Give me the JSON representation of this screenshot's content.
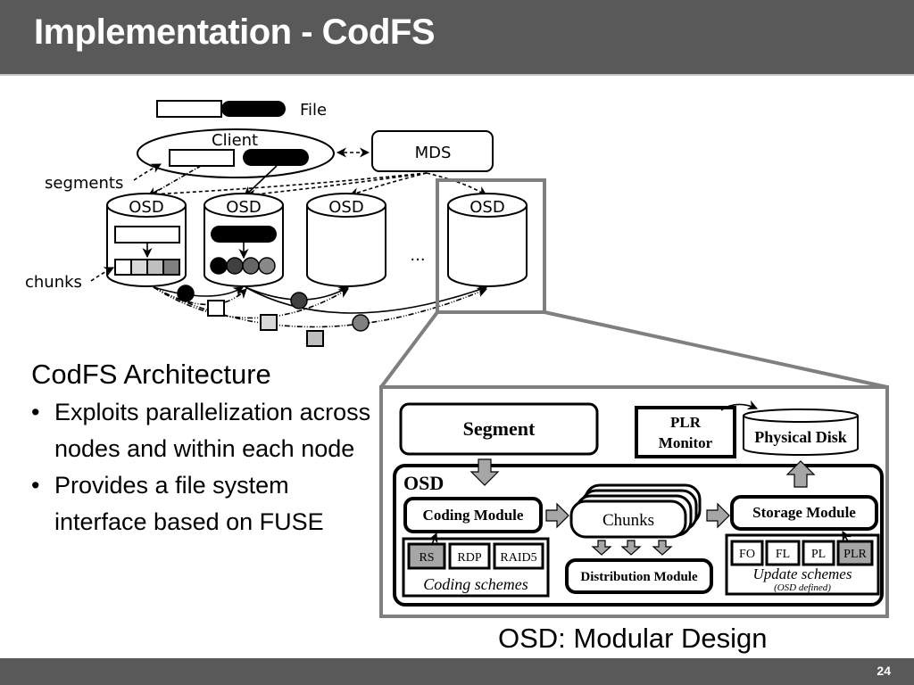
{
  "slide": {
    "title": "Implementation - CodFS",
    "page_number": "24",
    "colors": {
      "bar": "#595959",
      "zoom_frame": "#7f7f7f",
      "highlight_fill": "#a6a6a6"
    }
  },
  "architecture": {
    "file_label": "File",
    "client_label": "Client",
    "mds_label": "MDS",
    "segments_label": "segments",
    "chunks_label": "chunks",
    "ellipsis": "...",
    "osd_labels": [
      "OSD",
      "OSD",
      "OSD",
      "OSD"
    ]
  },
  "text": {
    "heading": "CodFS Architecture",
    "bullets": [
      "Exploits parallelization across nodes and within each node",
      "Provides a file system interface based on FUSE"
    ],
    "bullet_glyph": "•"
  },
  "modular": {
    "segment": "Segment",
    "plr_monitor_line1": "PLR",
    "plr_monitor_line2": "Monitor",
    "physical_disk": "Physical Disk",
    "osd": "OSD",
    "coding_module": "Coding Module",
    "chunks": "Chunks",
    "storage_module": "Storage Module",
    "distribution_module": "Distribution Module",
    "coding_schemes": {
      "label": "Coding schemes",
      "items": [
        "RS",
        "RDP",
        "RAID5"
      ],
      "selected": "RS"
    },
    "update_schemes": {
      "label": "Update schemes",
      "sublabel": "(OSD defined)",
      "items": [
        "FO",
        "FL",
        "PL",
        "PLR"
      ],
      "selected": "PLR"
    }
  },
  "caption": "OSD: Modular Design"
}
